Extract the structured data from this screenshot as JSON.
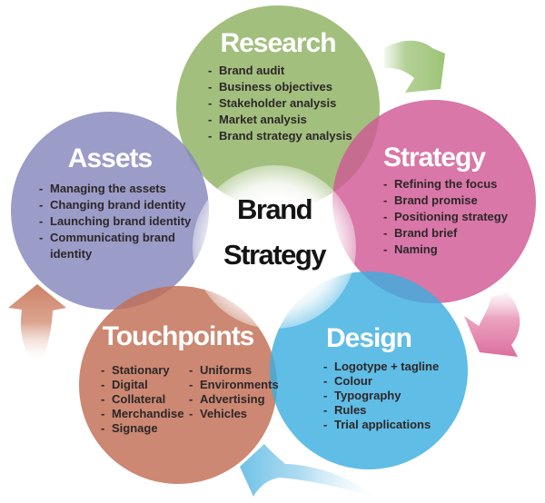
{
  "diagram_title": "Brand Strategy",
  "bullet": "-",
  "center": {
    "line1": "Brand",
    "line2": "Strategy",
    "text_color": "#141414"
  },
  "sections": {
    "research": {
      "title": "Research",
      "color": "#a2bf7e",
      "items": [
        "Brand audit",
        "Business objectives",
        "Stakeholder analysis",
        "Market analysis",
        "Brand strategy analysis"
      ]
    },
    "strategy": {
      "title": "Strategy",
      "color": "#d877a8",
      "items": [
        "Refining the focus",
        "Brand promise",
        "Positioning strategy",
        "Brand brief",
        "Naming"
      ]
    },
    "assets": {
      "title": "Assets",
      "color": "#9b9cc8",
      "items": [
        "Managing the assets",
        "Changing brand identity",
        "Launching brand identity",
        "Communicating brand identity"
      ]
    },
    "touchpoints": {
      "title": "Touchpoints",
      "color": "#cc8872",
      "items_left": [
        "Stationary",
        "Digital",
        "Collateral",
        "Merchandise",
        "Signage"
      ],
      "items_right": [
        "Uniforms",
        "Environments",
        "Advertising",
        "Vehicles"
      ]
    },
    "design": {
      "title": "Design",
      "color": "#60bde5",
      "items": [
        "Logotype + tagline",
        "Colour",
        "Typography",
        "Rules",
        "Trial applications"
      ]
    }
  },
  "arrows": [
    {
      "name": "research-to-strategy",
      "color": "#a7c884",
      "direction": "down-right"
    },
    {
      "name": "strategy-to-design",
      "color": "#e186ad",
      "direction": "down-left"
    },
    {
      "name": "design-to-touchpoints",
      "color": "#7fc6e9",
      "direction": "up-left"
    },
    {
      "name": "touchpoints-to-assets",
      "color": "#d08a6e",
      "direction": "up"
    }
  ]
}
